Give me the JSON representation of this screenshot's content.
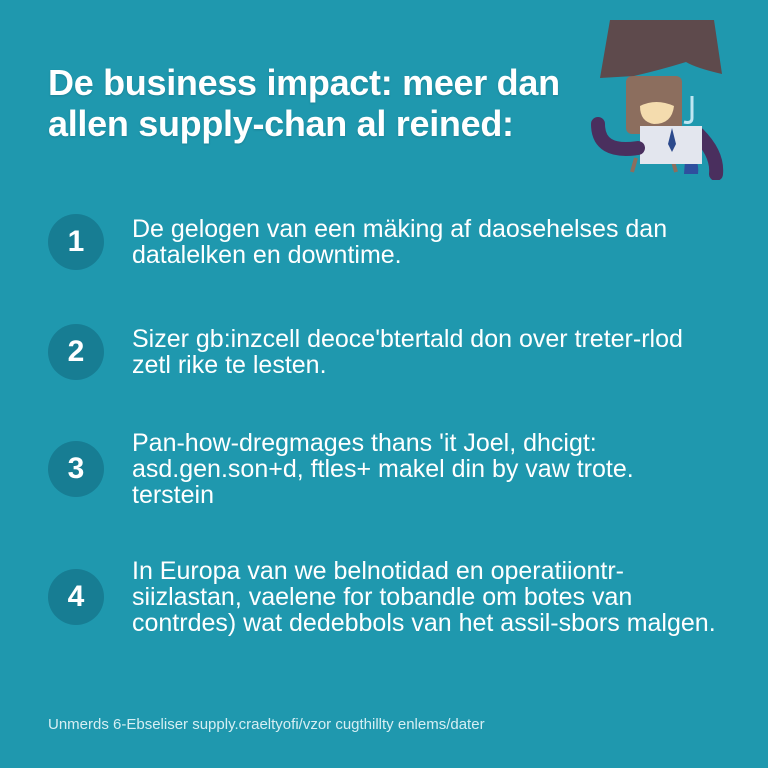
{
  "header": {
    "title": "De business impact: meer dan allen supply-chan al reined:"
  },
  "mascot": {
    "icon": "businessman-mascot-icon",
    "colors": {
      "hat": "#5e4a4c",
      "skin": "#8c6e5e",
      "mouth": "#f4dcae",
      "arms": "#4a2f5e",
      "shirt": "#e3e6ee",
      "tie": "#2c4a8c"
    }
  },
  "items": [
    {
      "number": "1",
      "text": "De gelogen van een mäking af daosehelses dan datalelken en downtime."
    },
    {
      "number": "2",
      "text": "Sizer gb:inzcell deoce'btertald don over treter-rlod zetl rike te lesten."
    },
    {
      "number": "3",
      "text": "Pan-how-dregmages thans 'it Joel, dhcigt: asd.gen.son+d, ftles+ makel din by vaw trote. terstein"
    },
    {
      "number": "4",
      "text": "In Europa van we belnotidad en operatiiontr-siizlastan, vaelene for tobandle om botes van contrdes) wat dedebbols van het assil-sbors malgen."
    }
  ],
  "footer": {
    "text": "Unmerds 6-Ebseliser supply.craeltyofi/vzor cugthillty enlems/dater"
  },
  "colors": {
    "background": "#1f98ae",
    "circle": "#177d93",
    "text": "#ffffff"
  }
}
